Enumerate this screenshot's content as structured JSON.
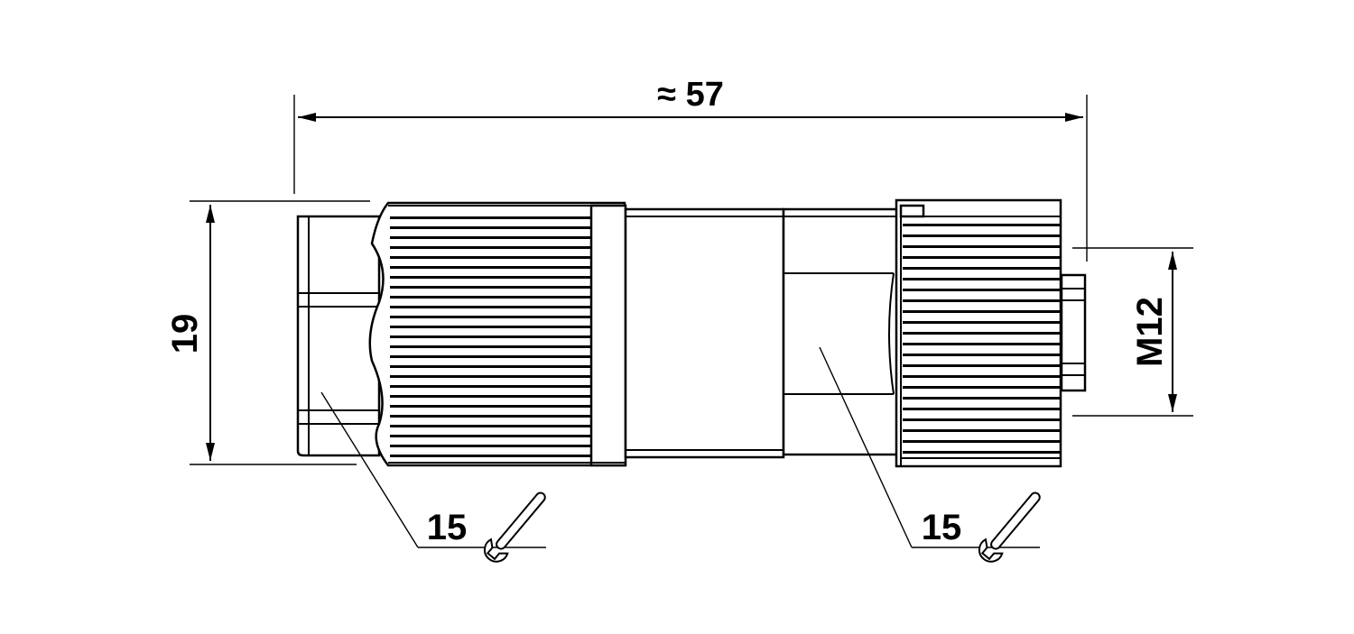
{
  "dimensions": {
    "overall_length": "≈ 57",
    "diameter": "19",
    "thread": "M12",
    "wrench_size_left": "15",
    "wrench_size_right": "15"
  },
  "icons": {
    "wrench_left": "wrench-icon",
    "wrench_right": "wrench-icon"
  },
  "colors": {
    "line": "#000000",
    "background": "#ffffff"
  }
}
